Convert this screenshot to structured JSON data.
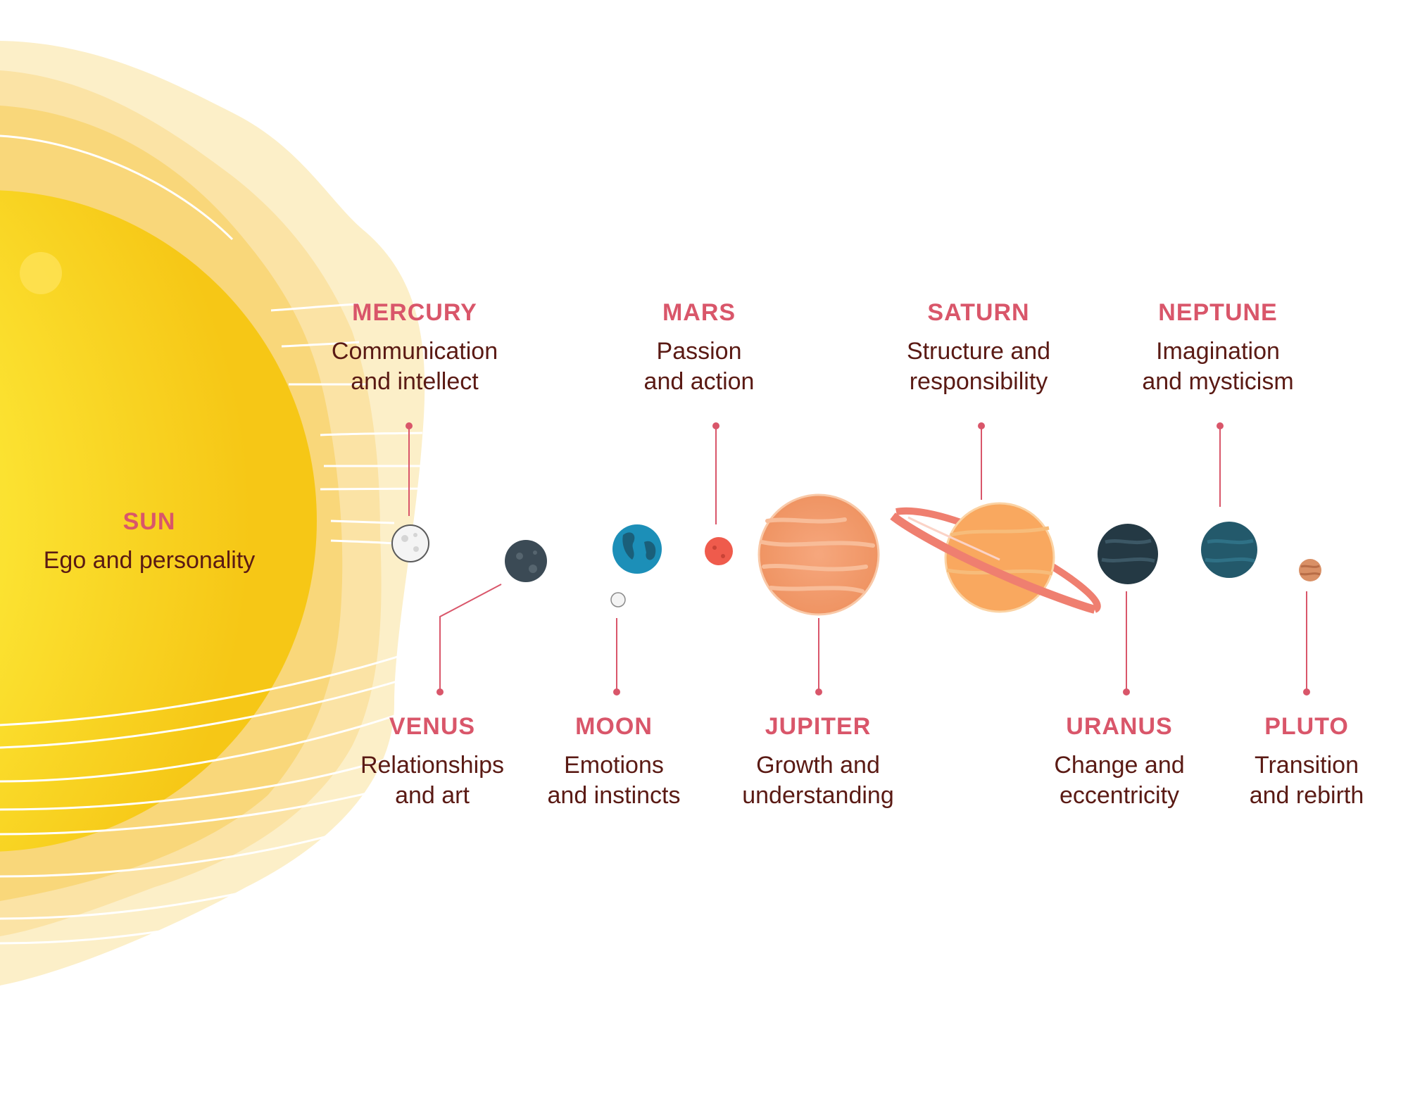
{
  "colors": {
    "label": "#d9566a",
    "text": "#5a1a14",
    "connector": "#d9566a",
    "sun_core": "#fff176",
    "sun_mid": "#fde021",
    "sun_edge": "#f6c516",
    "halo": "#fbe29e"
  },
  "bodies": {
    "sun": {
      "name": "SUN",
      "desc": [
        "Ego and personality"
      ]
    },
    "mercury": {
      "name": "MERCURY",
      "desc": [
        "Communication",
        "and intellect"
      ]
    },
    "mars": {
      "name": "MARS",
      "desc": [
        "Passion",
        "and action"
      ]
    },
    "saturn": {
      "name": "SATURN",
      "desc": [
        "Structure and",
        "responsibility"
      ]
    },
    "neptune": {
      "name": "NEPTUNE",
      "desc": [
        "Imagination",
        "and mysticism"
      ]
    },
    "venus": {
      "name": "VENUS",
      "desc": [
        "Relationships",
        "and art"
      ]
    },
    "moon": {
      "name": "MOON",
      "desc": [
        "Emotions",
        "and instincts"
      ]
    },
    "jupiter": {
      "name": "JUPITER",
      "desc": [
        "Growth and",
        "understanding"
      ]
    },
    "uranus": {
      "name": "URANUS",
      "desc": [
        "Change and",
        "eccentricity"
      ]
    },
    "pluto": {
      "name": "PLUTO",
      "desc": [
        "Transition",
        "and rebirth"
      ]
    }
  }
}
